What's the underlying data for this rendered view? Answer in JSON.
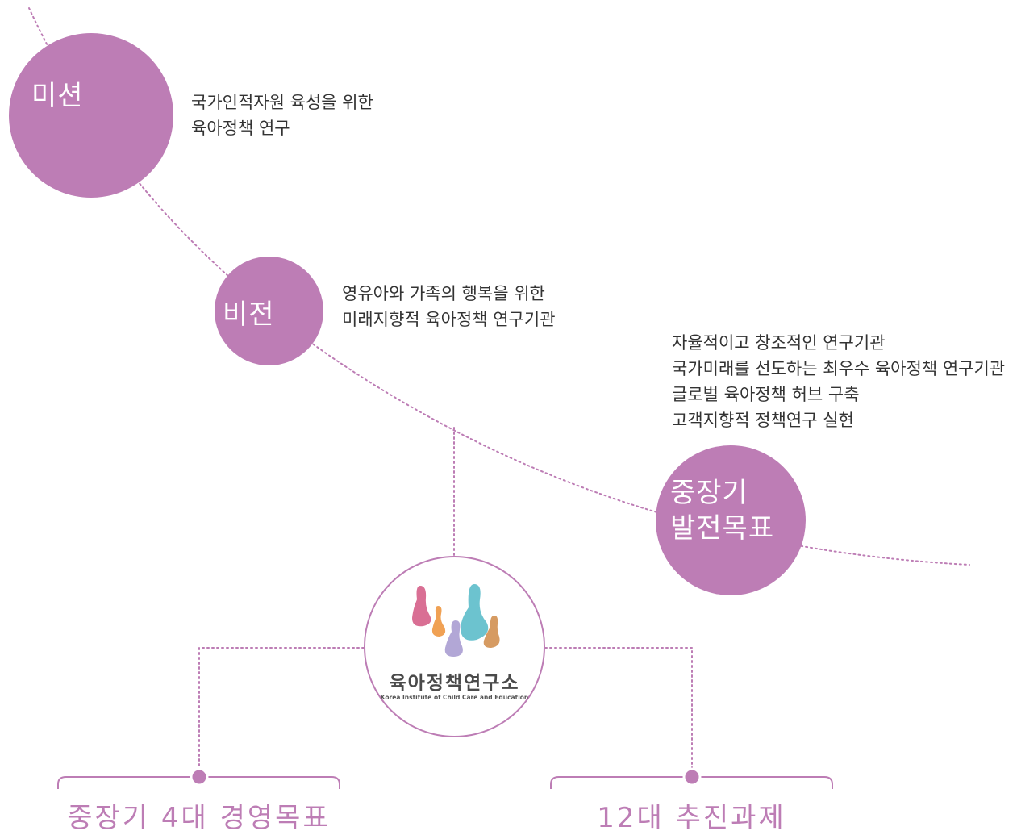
{
  "colors": {
    "accent": "#bd7db5",
    "text": "#333333",
    "logo_pink": "#d96f94",
    "logo_orange": "#f0a154",
    "logo_lavender": "#b2a7d6",
    "logo_teal": "#6cc3cf",
    "logo_tan": "#d69b62"
  },
  "mission": {
    "label": "미션",
    "lines": [
      "국가인적자원 육성을 위한",
      "육아정책 연구"
    ]
  },
  "vision": {
    "label": "비전",
    "lines": [
      "영유아와 가족의 행복을 위한",
      "미래지향적 육아정책 연구기관"
    ]
  },
  "goals": {
    "label_lines": [
      "중장기",
      "발전목표"
    ],
    "lines": [
      "자율적이고 창조적인 연구기관",
      "국가미래를 선도하는 최우수 육아정책 연구기관",
      "글로벌 육아정책 허브 구축",
      "고객지향적 정책연구 실현"
    ]
  },
  "logo": {
    "icon": "kicce-logo-icon",
    "name": "육아정책연구소",
    "english": "Korea Institute of Child Care and Education"
  },
  "bottom": {
    "left": "중장기 4대 경영목표",
    "right": "12대 추진과제"
  }
}
